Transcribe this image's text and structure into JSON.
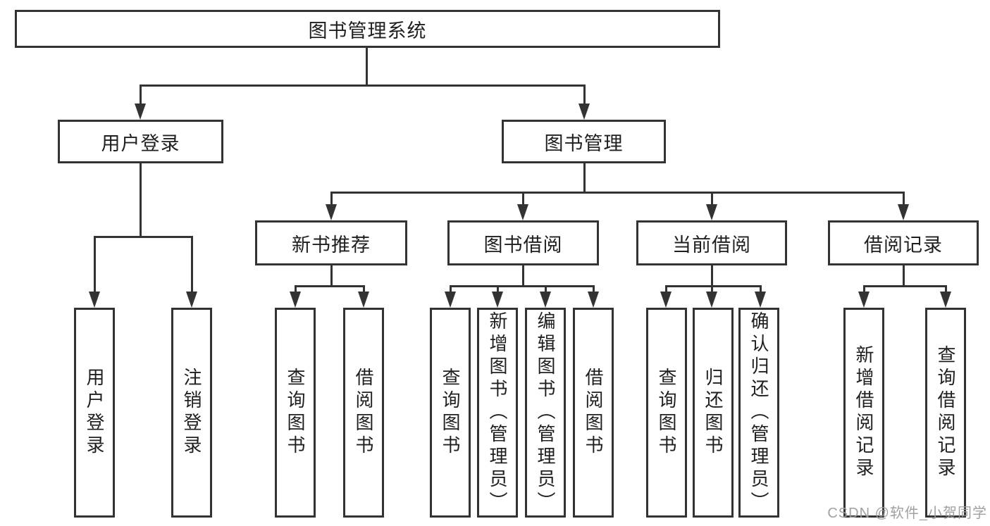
{
  "diagram": {
    "root": {
      "label": "图书管理系统"
    },
    "level1": {
      "user_login": {
        "label": "用户登录"
      },
      "book_mgmt": {
        "label": "图书管理"
      }
    },
    "level2": {
      "new_book": {
        "label": "新书推荐"
      },
      "book_borrow": {
        "label": "图书借阅"
      },
      "current_borrow": {
        "label": "当前借阅"
      },
      "borrow_record": {
        "label": "借阅记录"
      }
    },
    "leaves": {
      "g1a": {
        "label": "用户登录"
      },
      "g1b": {
        "label": "注销登录"
      },
      "g2a": {
        "label": "查询图书"
      },
      "g2b": {
        "label": "借阅图书"
      },
      "g3a": {
        "label": "查询图书"
      },
      "g3b": {
        "label": "新增图书（管理员）"
      },
      "g3c": {
        "label": "编辑图书（管理员）"
      },
      "g3d": {
        "label": "借阅图书"
      },
      "g4a": {
        "label": "查询图书"
      },
      "g4b": {
        "label": "归还图书"
      },
      "g4c": {
        "label": "确认归还（管理员）"
      },
      "g5a": {
        "label": "新增借阅记录"
      },
      "g5b": {
        "label": "查询借阅记录"
      }
    }
  },
  "watermark": {
    "text": "CSDN @软件_小贺同学"
  },
  "colors": {
    "line": "#333333",
    "background": "#ffffff",
    "watermark": "#9b9b9b"
  }
}
